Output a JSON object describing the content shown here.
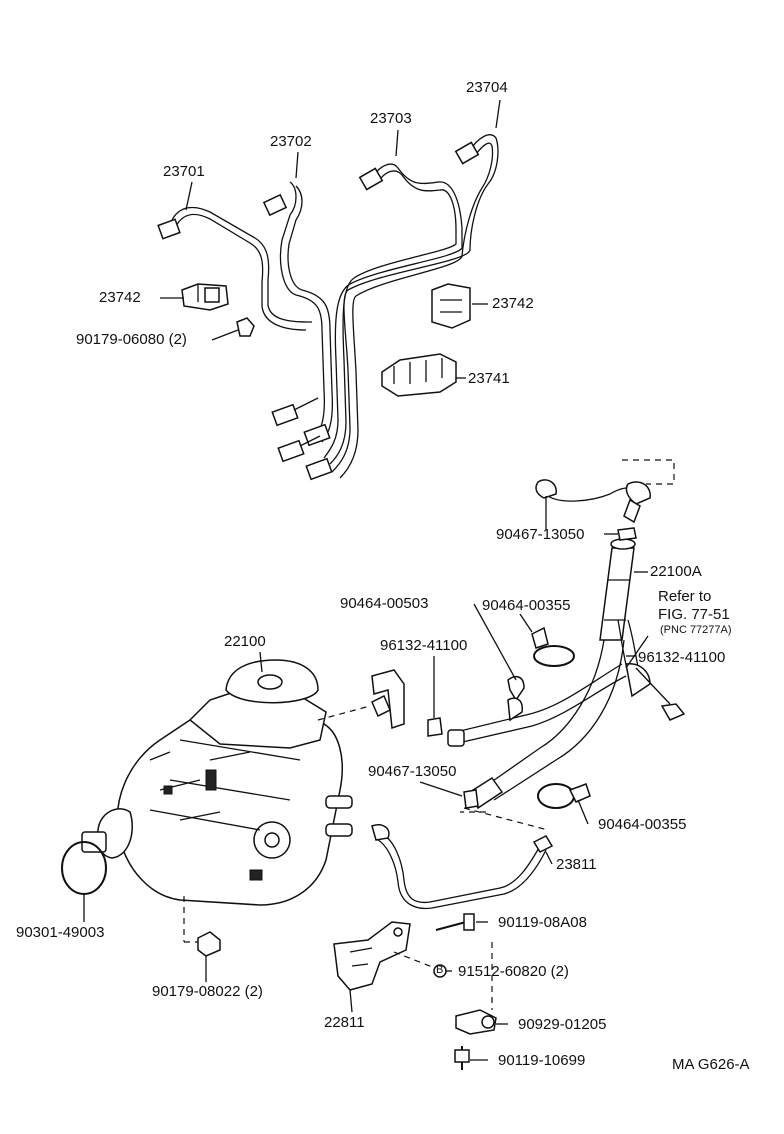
{
  "labels": {
    "p23704": "23704",
    "p23703": "23703",
    "p23702": "23702",
    "p23701": "23701",
    "p23742_left": "23742",
    "p90179_06080": "90179-06080 (2)",
    "p23742_right": "23742",
    "p23741": "23741",
    "p90467_13050_top": "90467-13050",
    "p22100A": "22100A",
    "refer_to": "Refer to",
    "fig": "FIG. 77-51",
    "pnc": "(PNC 77277A)",
    "p90464_00503": "90464-00503",
    "p90464_00355_top": "90464-00355",
    "p96132_41100_left": "96132-41100",
    "p96132_41100_right": "96132-41100",
    "p22100": "22100",
    "p90467_13050_mid": "90467-13050",
    "p90464_00355_bottom": "90464-00355",
    "p23811": "23811",
    "p90301_49003": "90301-49003",
    "p90119_08A08": "90119-08A08",
    "marker_b": "B",
    "p91512_60820": "91512-60820 (2)",
    "p90179_08022": "90179-08022 (2)",
    "p22811": "22811",
    "p90929_01205": "90929-01205",
    "p90119_10699": "90119-10699",
    "figure_code": "MA G626-A"
  }
}
